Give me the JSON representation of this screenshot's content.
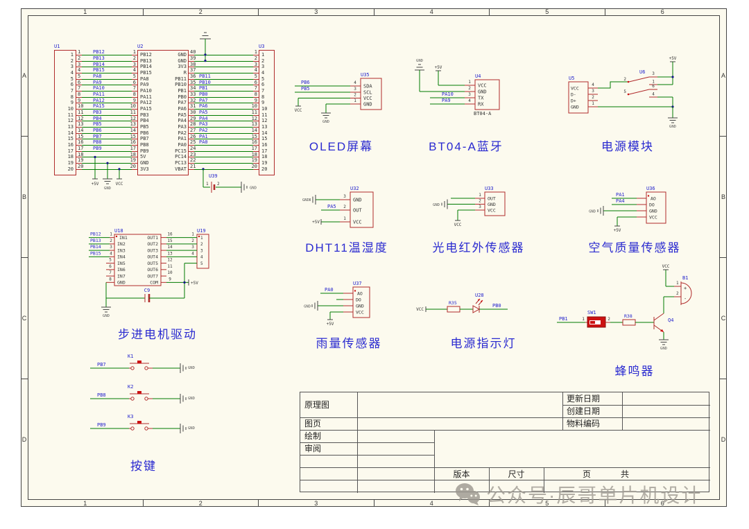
{
  "frame": {
    "columns": [
      "1",
      "2",
      "3",
      "4",
      "5",
      "6"
    ],
    "rows": [
      "A",
      "B",
      "C",
      "D"
    ]
  },
  "watermark": {
    "text": "公众号·辰哥单片机设计"
  },
  "mcu": {
    "u1": {
      "designator": "U1"
    },
    "u2": {
      "designator": "U2"
    },
    "u3": {
      "designator": "U3"
    },
    "u39": {
      "designator": "U39",
      "pin1": "1",
      "pin2": "2",
      "gnd_label": "GND"
    },
    "power_bottom": {
      "p5v": "+5V",
      "gnd": "GND",
      "vcc": "VCC"
    },
    "u1_nums": [
      "1",
      "2",
      "3",
      "4",
      "5",
      "6",
      "7",
      "8",
      "9",
      "10",
      "11",
      "12",
      "13",
      "14",
      "15",
      "16",
      "17",
      "18",
      "19",
      "20"
    ],
    "u3_nums": [
      "1",
      "2",
      "3",
      "4",
      "5",
      "6",
      "7",
      "8",
      "9",
      "10",
      "11",
      "12",
      "13",
      "14",
      "15",
      "16",
      "17",
      "18",
      "19",
      "20"
    ],
    "u2_left": [
      "PB12",
      "PB13",
      "PB14",
      "PB15",
      "PA8",
      "PA9",
      "PA10",
      "PA11",
      "PA12",
      "PA15",
      "PB3",
      "PB4",
      "PB5",
      "PB6",
      "PB7",
      "PB8",
      "PB9",
      "5V",
      "GND",
      "3V3"
    ],
    "u2_right": [
      "GND",
      "GND",
      "3V3",
      "R",
      "PB11",
      "PB10",
      "PB1",
      "PB0",
      "PA7",
      "PA6",
      "PA5",
      "PA4",
      "PA3",
      "PA2",
      "PA1",
      "PA0",
      "PC15",
      "PC14",
      "PC13",
      "VBAT"
    ],
    "rows_a": [
      {
        "n1": "1",
        "net": "PB12",
        "n2": "1"
      },
      {
        "n1": "2",
        "net": "PB13",
        "n2": "2"
      },
      {
        "n1": "3",
        "net": "PB14",
        "n2": "3"
      },
      {
        "n1": "4",
        "net": "PB15",
        "n2": "4"
      },
      {
        "n1": "5",
        "net": "PA8",
        "n2": "5"
      },
      {
        "n1": "6",
        "net": "PA9",
        "n2": "6"
      },
      {
        "n1": "7",
        "net": "PA10",
        "n2": "7"
      },
      {
        "n1": "8",
        "net": "PA11",
        "n2": "8"
      },
      {
        "n1": "9",
        "net": "PA12",
        "n2": "9"
      },
      {
        "n1": "10",
        "net": "PA15",
        "n2": "10"
      },
      {
        "n1": "11",
        "net": "PB3",
        "n2": "11"
      },
      {
        "n1": "12",
        "net": "PB4",
        "n2": "12"
      },
      {
        "n1": "13",
        "net": "PB5",
        "n2": "13"
      },
      {
        "n1": "14",
        "net": "PB6",
        "n2": "14"
      },
      {
        "n1": "15",
        "net": "PB7",
        "n2": "15"
      },
      {
        "n1": "16",
        "net": "PB8",
        "n2": "16"
      },
      {
        "n1": "17",
        "net": "PB9",
        "n2": "17"
      },
      {
        "n1": "18",
        "net": "",
        "n2": "18"
      },
      {
        "n1": "19",
        "net": "",
        "n2": "19"
      },
      {
        "n1": "20",
        "net": "",
        "n2": "20"
      }
    ],
    "rows_b": [
      {
        "n1": "40",
        "net": "",
        "n2": "1"
      },
      {
        "n1": "39",
        "net": "",
        "n2": "2"
      },
      {
        "n1": "38",
        "net": "",
        "n2": "3"
      },
      {
        "n1": "37",
        "net": "",
        "n2": "4"
      },
      {
        "n1": "36",
        "net": "PB11",
        "n2": "5"
      },
      {
        "n1": "35",
        "net": "PB10",
        "n2": "6"
      },
      {
        "n1": "34",
        "net": "PB1",
        "n2": "7"
      },
      {
        "n1": "33",
        "net": "PB0",
        "n2": "8"
      },
      {
        "n1": "32",
        "net": "PA7",
        "n2": "9"
      },
      {
        "n1": "31",
        "net": "PA6",
        "n2": "10"
      },
      {
        "n1": "30",
        "net": "PA5",
        "n2": "11"
      },
      {
        "n1": "29",
        "net": "PA4",
        "n2": "12"
      },
      {
        "n1": "28",
        "net": "PA3",
        "n2": "13"
      },
      {
        "n1": "27",
        "net": "PA2",
        "n2": "14"
      },
      {
        "n1": "26",
        "net": "PA1",
        "n2": "15"
      },
      {
        "n1": "25",
        "net": "PA0",
        "n2": "16"
      },
      {
        "n1": "24",
        "net": "",
        "n2": "17"
      },
      {
        "n1": "23",
        "net": "",
        "n2": "18"
      },
      {
        "n1": "22",
        "net": "",
        "n2": "19"
      },
      {
        "n1": "21",
        "net": "",
        "n2": "20"
      }
    ]
  },
  "modules": {
    "oled": {
      "designator": "U35",
      "caption": "OLED屏幕",
      "pin_numbers": [
        "4",
        "3",
        "2",
        "1"
      ],
      "pin_names": [
        "SDA",
        "SCL",
        "VCC",
        "GND"
      ],
      "nets": [
        "PB6",
        "PB5"
      ],
      "vcc": "VCC",
      "gnd": "GND"
    },
    "bt04": {
      "designator": "U4",
      "part": "BT04-A",
      "caption": "BT04-A蓝牙",
      "pin_numbers": [
        "1",
        "2",
        "3",
        "4"
      ],
      "pin_names": [
        "VCC",
        "GND",
        "TX",
        "RX"
      ],
      "nets": [
        "PA10",
        "PA9"
      ],
      "p5v": "+5V",
      "gnd": "GND"
    },
    "power": {
      "u5": "U5",
      "u6": "U6",
      "caption": "电源模块",
      "u5_pin_names": [
        "VCC",
        "D-",
        "D+",
        "GND"
      ],
      "u5_pin_numbers": [
        "4",
        "3",
        "2",
        "1"
      ],
      "u6_pin_numbers": [
        "2",
        "3",
        "1",
        "5",
        "6",
        "4"
      ],
      "p5v": "+5V",
      "gnd": "GND"
    },
    "dht11": {
      "designator": "U32",
      "caption": "DHT11温湿度",
      "pin_numbers": [
        "3",
        "2",
        "1"
      ],
      "pin_names": [
        "GND",
        "OUT",
        "VCC"
      ],
      "net": "PA5",
      "gnd": "GND",
      "p5v": "+5V"
    },
    "photo": {
      "designator": "U33",
      "caption": "光电红外传感器",
      "pin_numbers": [
        "1",
        "2",
        "3"
      ],
      "pin_names": [
        "OUT",
        "GND",
        "VCC"
      ],
      "gnd": "GND",
      "vcc": "VCC"
    },
    "air": {
      "designator": "U36",
      "caption": "空气质量传感器",
      "pin_names": [
        "AO",
        "DO",
        "GND",
        "VCC"
      ],
      "nets": [
        "PA1",
        "PA4"
      ],
      "gnd": "GND",
      "p5v": "+5V"
    },
    "stepper": {
      "u18": "U18",
      "u19": "U19",
      "cap": "C9",
      "caption": "步进电机驱动",
      "left_names": [
        "IN1",
        "IN2",
        "IN3",
        "IN4",
        "IN5",
        "IN6",
        "IN7",
        "GND"
      ],
      "left_numbers": [
        "1",
        "2",
        "3",
        "4",
        "5",
        "6",
        "7",
        "8"
      ],
      "right_names": [
        "OUT1",
        "OUT2",
        "OUT3",
        "OUT4",
        "OUT5",
        "OUT6",
        "OUT7",
        "COM"
      ],
      "right_numbers": [
        "16",
        "15",
        "14",
        "13",
        "12",
        "11",
        "10",
        "9"
      ],
      "nets": [
        "PB12",
        "PB13",
        "PB14",
        "PB15"
      ],
      "u19_outer": [
        "1",
        "2",
        "3",
        "4"
      ],
      "u19_inner": [
        "1",
        "2",
        "3",
        "4",
        "5"
      ],
      "p5v": "+5V",
      "gnd": "GND"
    },
    "rain": {
      "designator": "U37",
      "caption": "雨量传感器",
      "pin_names": [
        "AO",
        "DO",
        "GND",
        "VCC"
      ],
      "net": "PA0",
      "gnd": "GND",
      "p5v": "+5V"
    },
    "led": {
      "resistor": "R35",
      "designator": "U28",
      "net": "PB0",
      "vcc": "VCC",
      "caption": "电源指示灯"
    },
    "buzzer": {
      "sw": "SW1",
      "resistor": "R38",
      "transistor": "Q4",
      "buzzer": "B1",
      "net": "PB1",
      "pin1": "1",
      "pin2": "2",
      "bpin1": "1",
      "bpin2": "2",
      "plus": "+",
      "minus": "-",
      "vcc": "VCC",
      "gnd": "GND",
      "caption": "蜂鸣器"
    },
    "keys": {
      "caption": "按键",
      "items": [
        {
          "designator": "K1",
          "net": "PB7",
          "gnd": "GND"
        },
        {
          "designator": "K2",
          "net": "PB8",
          "gnd": "GND"
        },
        {
          "designator": "K3",
          "net": "PB9",
          "gnd": "GND"
        }
      ]
    }
  },
  "title_block": {
    "schematic": "原理图",
    "sheet": "图页",
    "drawn": "绘制",
    "reviewed": "审阅",
    "update_date": "更新日期",
    "create_date": "创建日期",
    "material_code": "物料编码",
    "version": "版本",
    "size": "尺寸",
    "page": "页",
    "total": "共"
  }
}
